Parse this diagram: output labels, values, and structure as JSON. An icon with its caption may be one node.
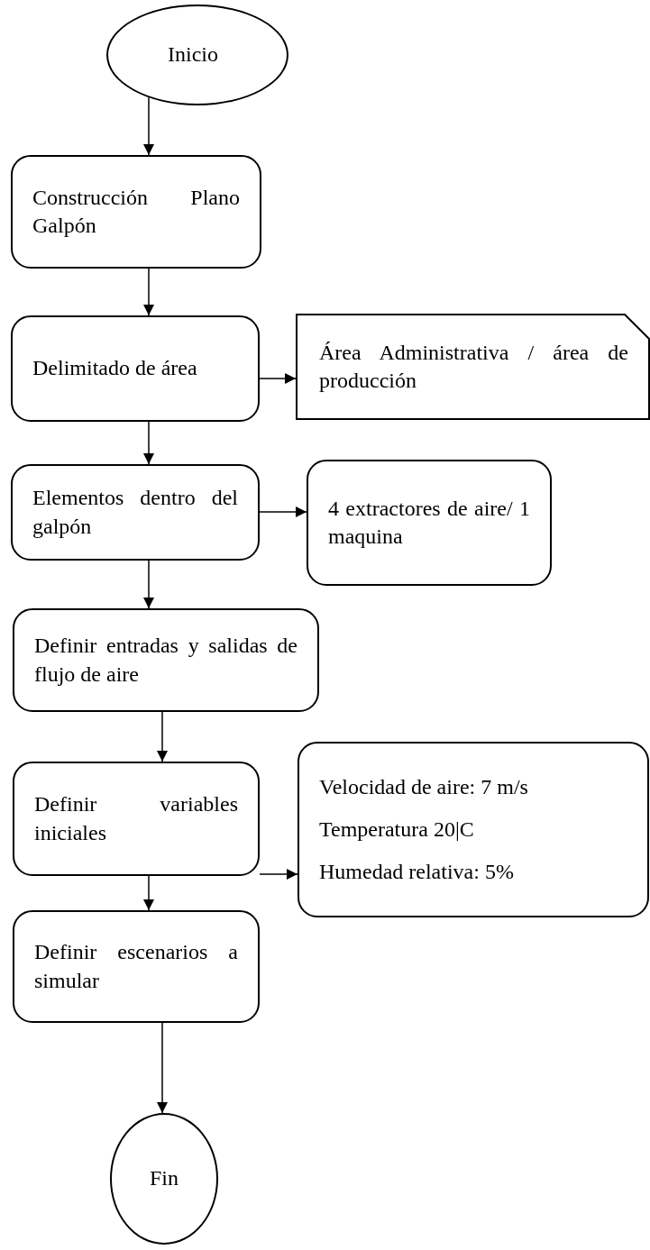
{
  "diagram": {
    "nodes": [
      {
        "text": [
          "Inicio"
        ]
      },
      {
        "text": [
          "Construcción Plano Galpón"
        ]
      },
      {
        "text": [
          "Delimitado de área"
        ]
      },
      {
        "text": [
          "Área Administrativa / área de producción"
        ]
      },
      {
        "text": [
          "Elementos dentro del galpón"
        ]
      },
      {
        "text": [
          "4 extractores de aire/ 1 maquina"
        ]
      },
      {
        "text": [
          "Definir entradas y salidas de flujo de aire"
        ]
      },
      {
        "text": [
          "Definir variables iniciales"
        ]
      },
      {
        "text": [
          "Velocidad de aire: 7 m/s",
          "Temperatura 20|C",
          "Humedad relativa: 5%"
        ]
      },
      {
        "text": [
          "Definir escenarios a simular"
        ]
      },
      {
        "text": [
          "Fin"
        ]
      }
    ],
    "edges": [
      {
        "from": 0,
        "to": 1,
        "arrow": "to"
      },
      {
        "from": 1,
        "to": 2,
        "arrow": "to"
      },
      {
        "from": 2,
        "to": 3,
        "arrow": "to"
      },
      {
        "from": 2,
        "to": 4,
        "arrow": "to"
      },
      {
        "from": 4,
        "to": 5,
        "arrow": "to"
      },
      {
        "from": 4,
        "to": 6,
        "arrow": "to"
      },
      {
        "from": 6,
        "to": 7,
        "arrow": "to"
      },
      {
        "from": 7,
        "to": 8,
        "arrow": "to"
      },
      {
        "from": 7,
        "to": 9,
        "arrow": "to"
      },
      {
        "from": 9,
        "to": 10,
        "arrow": "to"
      }
    ]
  }
}
